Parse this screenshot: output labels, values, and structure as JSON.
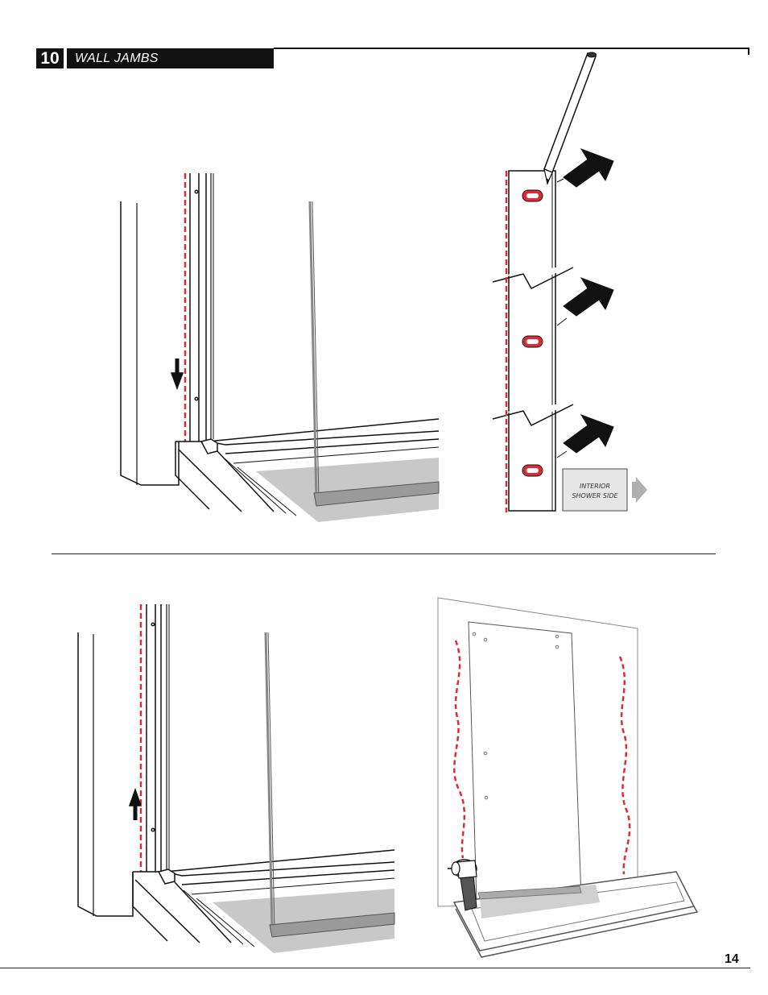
{
  "step": {
    "number": "10",
    "title": "WALL JAMBS"
  },
  "figure_top_right": {
    "label_line1": "INTERIOR",
    "label_line2": "SHOWER SIDE"
  },
  "page": {
    "number": "14"
  },
  "colors": {
    "ink": "#111111",
    "marker_red": "#e02a36",
    "glass_gray": "#c8c8c8",
    "label_box": "#e6e6e6"
  },
  "icons": {
    "pencil": "pencil-icon",
    "arrow": "pointer-arrow-icon",
    "drill": "drill-icon"
  }
}
